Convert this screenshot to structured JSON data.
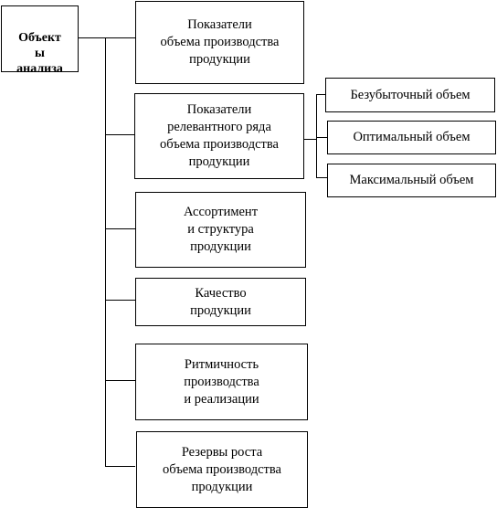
{
  "root": {
    "lines": [
      "Объект",
      "ы",
      "анализа"
    ]
  },
  "categories": [
    {
      "lines": [
        "Показатели",
        "объема производства",
        "продукции"
      ]
    },
    {
      "lines": [
        "Показатели",
        "релевантного ряда",
        "объема производства",
        "продукции"
      ]
    },
    {
      "lines": [
        "Ассортимент",
        "и структура",
        "продукции"
      ]
    },
    {
      "lines": [
        "Качество",
        "продукции"
      ]
    },
    {
      "lines": [
        "Ритмичность",
        "производства",
        "и реализации"
      ]
    },
    {
      "lines": [
        "Резервы роста",
        "объема производства",
        "продукции"
      ]
    }
  ],
  "volumes": [
    {
      "label": "Безубыточный объем"
    },
    {
      "label": "Оптимальный объем"
    },
    {
      "label": "Максимальный объем"
    }
  ]
}
